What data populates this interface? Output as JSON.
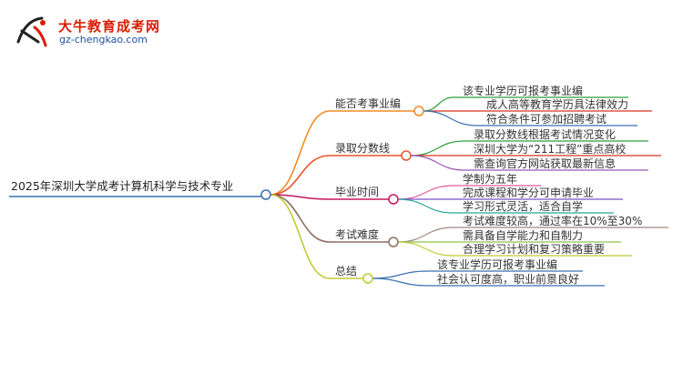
{
  "logo": {
    "mark_text": "大牛",
    "title": "大牛教育成考网",
    "url": "gz-chengkao.com",
    "colors": {
      "title": "#d81e06",
      "url": "#1f4fa0"
    }
  },
  "root": {
    "label": "2025年深圳大学成考计算机科学与技术专业",
    "color": "#3a6fb0"
  },
  "branches": [
    {
      "label": "能否考事业编",
      "color": "#f08a24",
      "children": [
        {
          "label": "该专业学历可报考事业编",
          "color": "#2e9e3e"
        },
        {
          "label": "成人高等教育学历具法律效力",
          "color": "#d93025"
        },
        {
          "label": "符合条件可参加招聘考试",
          "color": "#3a6fb0"
        }
      ]
    },
    {
      "label": "录取分数线",
      "color": "#e8552b",
      "children": [
        {
          "label": "录取分数线根据考试情况变化",
          "color": "#2e9e3e"
        },
        {
          "label": "深圳大学为“211工程”重点高校",
          "color": "#d93025"
        },
        {
          "label": "需查询官方网站获取最新信息",
          "color": "#9b59b6"
        }
      ]
    },
    {
      "label": "毕业时间",
      "color": "#c2185b",
      "children": [
        {
          "label": "学制为五年",
          "color": "#e05a9c"
        },
        {
          "label": "完成课程和学分可申请毕业",
          "color": "#7b52c7"
        },
        {
          "label": "学习形式灵活，适合自学",
          "color": "#26a69a"
        }
      ]
    },
    {
      "label": "考试难度",
      "color": "#8d6e63",
      "children": [
        {
          "label": "考试难度较高，通过率在10%至30%",
          "color": "#a1887f"
        },
        {
          "label": "需具备自学能力和自制力",
          "color": "#8bc34a"
        },
        {
          "label": "合理学习计划和复习策略重要",
          "color": "#c0ca33"
        }
      ]
    },
    {
      "label": "总结",
      "color": "#c0ca33",
      "children": [
        {
          "label": "该专业学历可报考事业编",
          "color": "#3a6fb0"
        },
        {
          "label": "社会认可度高，职业前景良好",
          "color": "#3a6fb0"
        }
      ]
    }
  ]
}
